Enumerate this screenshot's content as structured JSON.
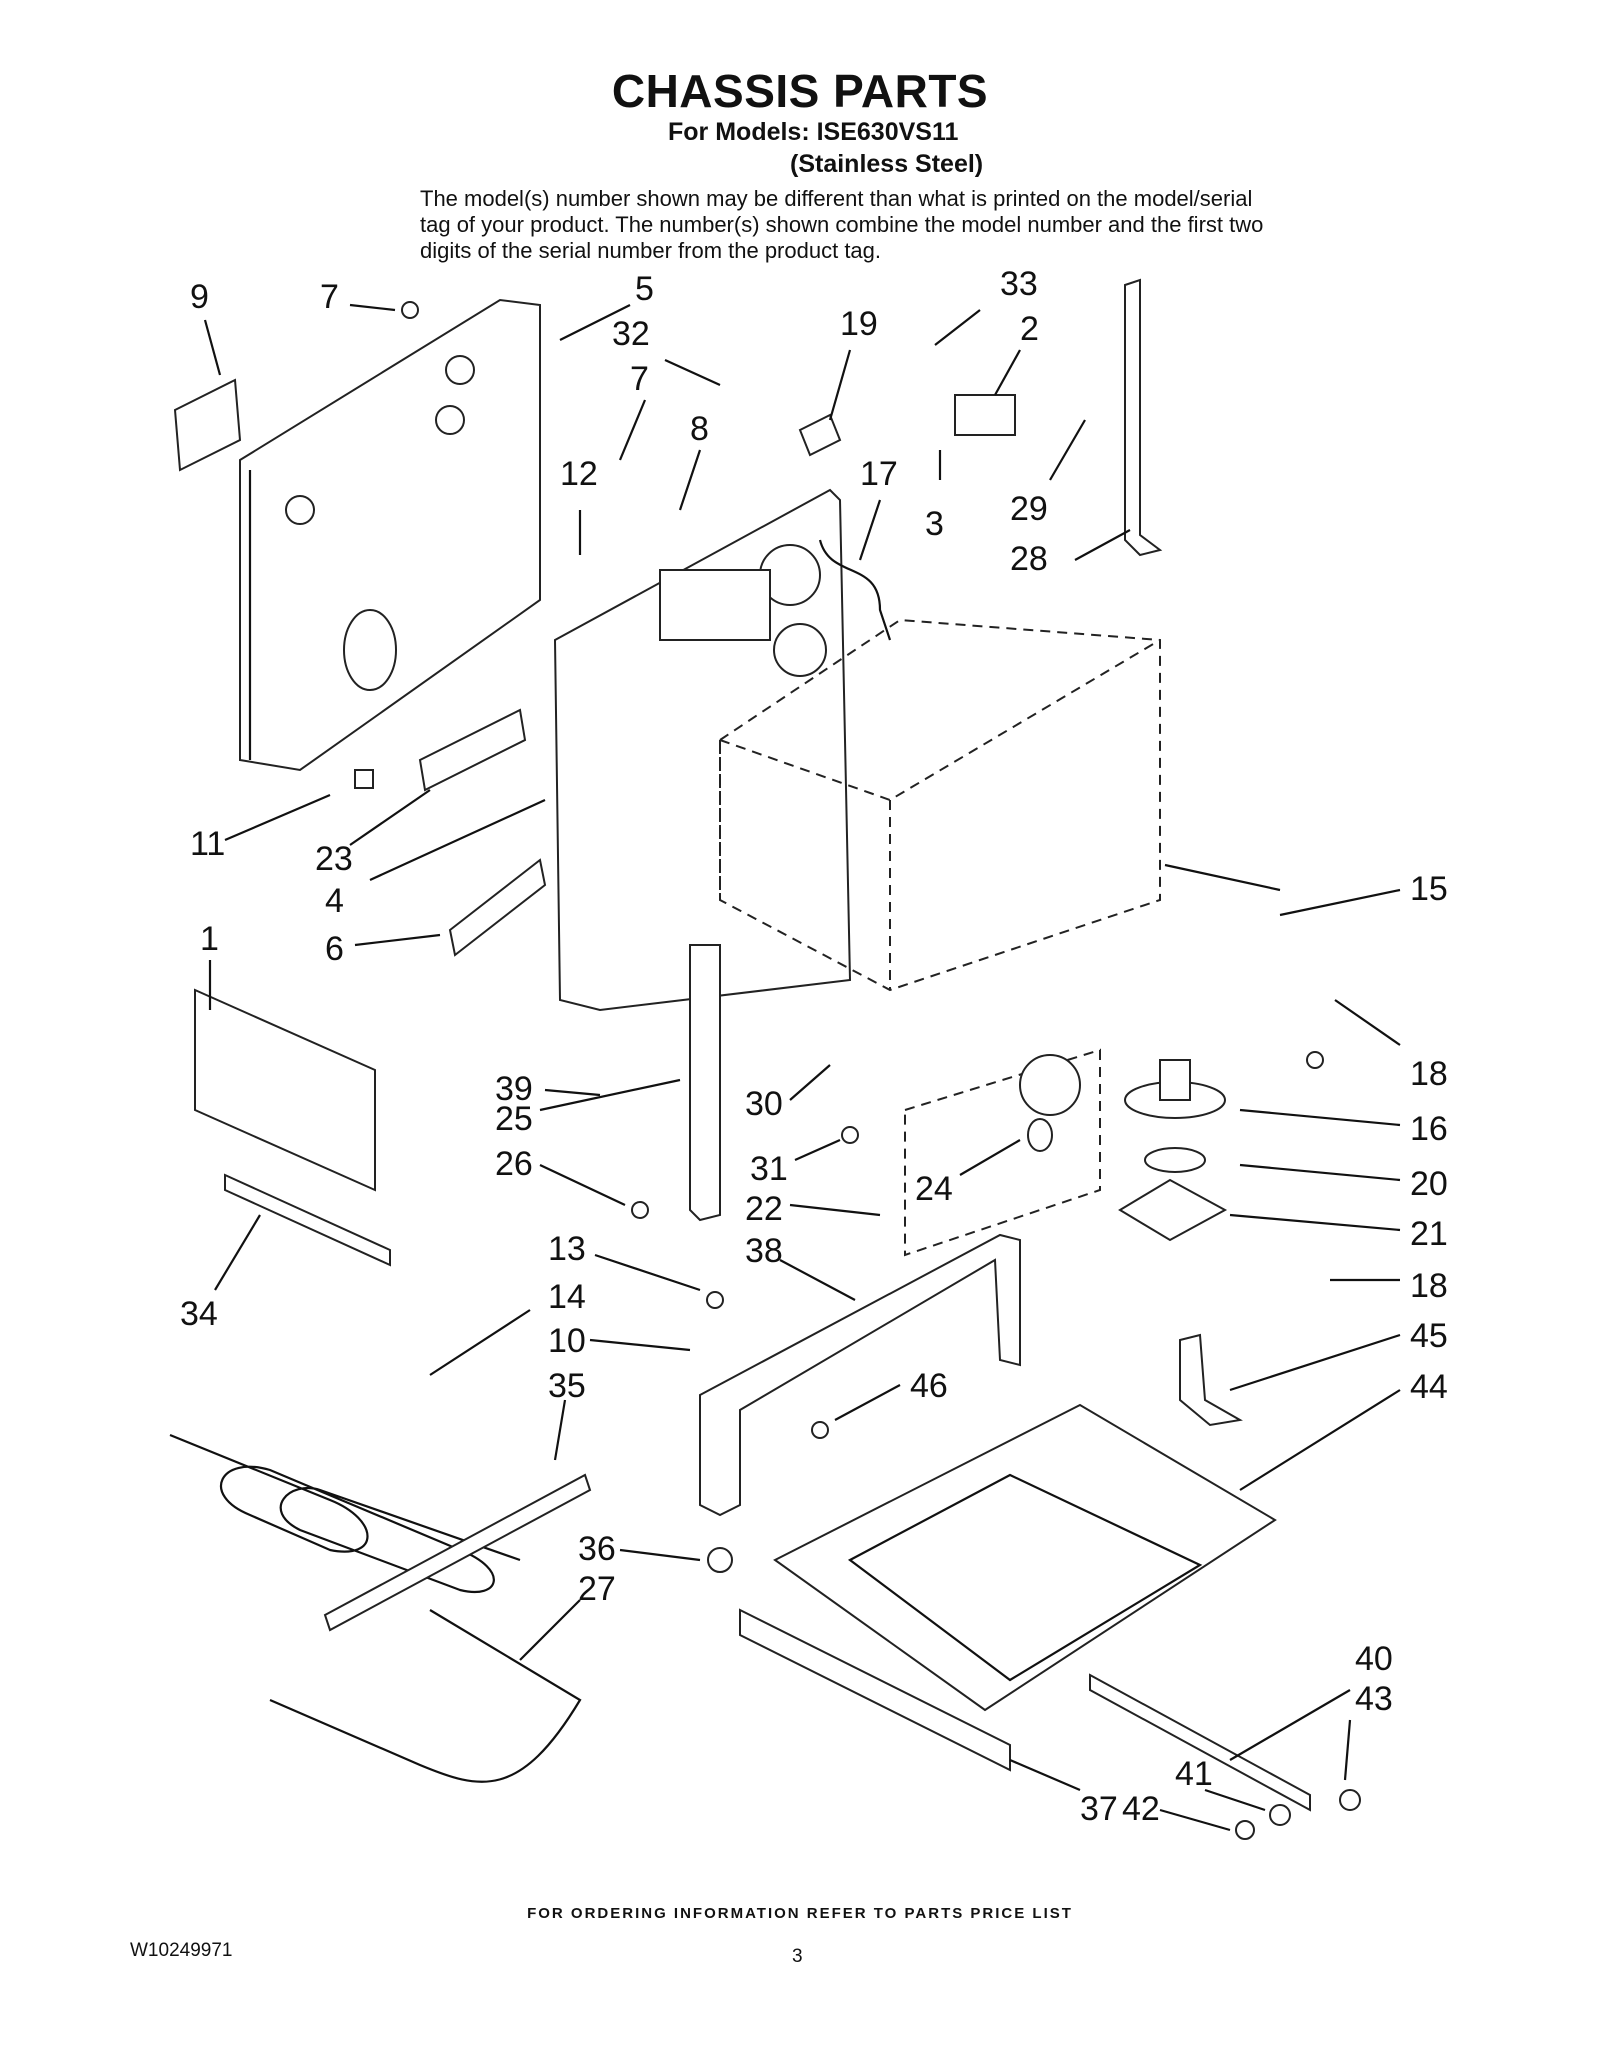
{
  "header": {
    "title": "CHASSIS PARTS",
    "models_line": "For Models: ISE630VS11",
    "finish_line": "(Stainless Steel)",
    "note": "The model(s) number shown may be different than what is printed on the model/serial tag of your product. The number(s) shown combine the model number and the first two digits of the serial number from the product tag."
  },
  "footer": {
    "ordering_note": "FOR ORDERING INFORMATION REFER TO PARTS PRICE LIST",
    "document_number": "W10249971",
    "page_number": "3"
  },
  "callouts": [
    "9",
    "7",
    "5",
    "33",
    "2",
    "19",
    "32",
    "7",
    "8",
    "12",
    "17",
    "29",
    "3",
    "28",
    "11",
    "23",
    "4",
    "6",
    "15",
    "1",
    "18",
    "39",
    "25",
    "30",
    "16",
    "26",
    "31",
    "24",
    "20",
    "22",
    "21",
    "13",
    "38",
    "18",
    "14",
    "10",
    "45",
    "46",
    "44",
    "35",
    "36",
    "27",
    "34",
    "40",
    "43",
    "41",
    "42",
    "37"
  ]
}
